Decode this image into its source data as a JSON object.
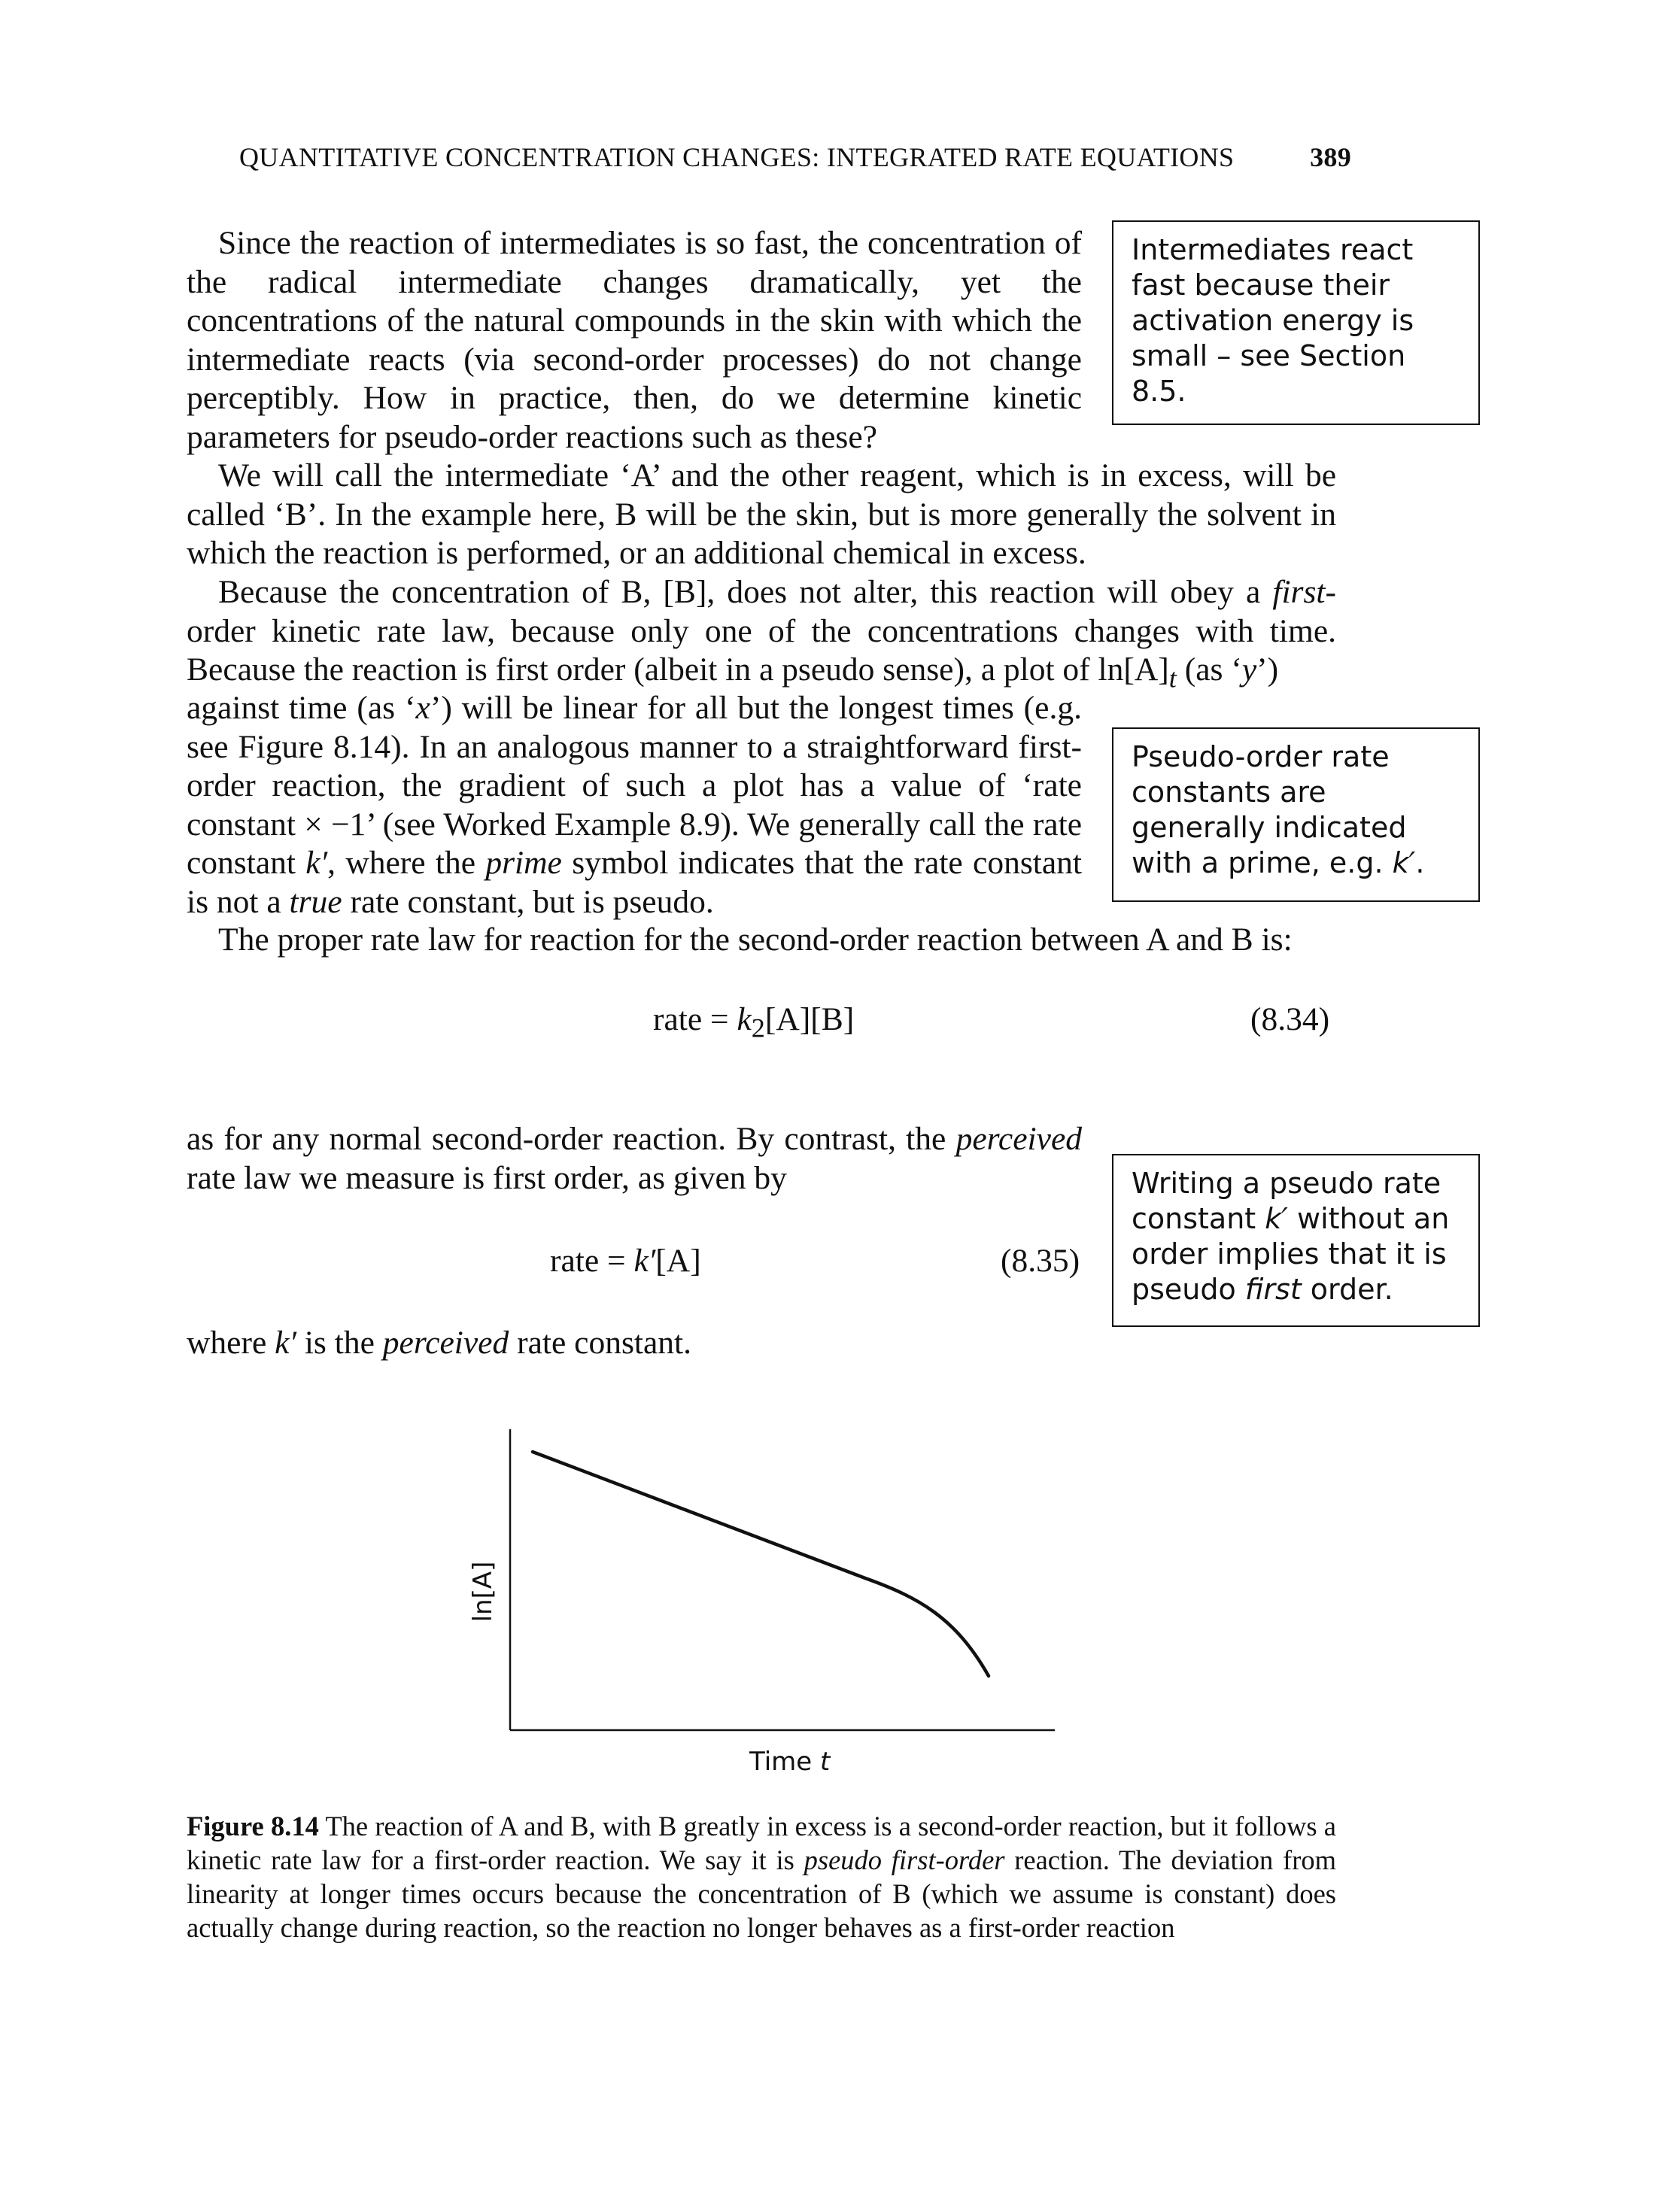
{
  "header": {
    "title": "QUANTITATIVE CONCENTRATION CHANGES: INTEGRATED RATE EQUATIONS",
    "page_number": "389"
  },
  "paragraphs": {
    "p1": "Since the reaction of intermediates is so fast, the concentration of the radical intermediate changes dramatically, yet the concentrations of the natural compounds in the skin with which the intermediate reacts (via second-order processes) do not change perceptibly. How in practice, then, do we determine kinetic parameters for pseudo-order reactions such as these?",
    "p2": "We will call the intermediate ‘A’ and the other reagent, which is in excess, will be called ‘B’. In the example here, B will be the skin, but is more generally the solvent in which the reaction is performed, or an additional chemical in excess.",
    "p3_a": "Because the concentration of B, [B], does not alter, this reaction will obey a ",
    "p3_first": "first",
    "p3_b": "-order kinetic rate law, because only one of the concentrations changes with time. Because the reaction is first order (albeit in a pseudo sense), a plot of ln[A]",
    "p3_t": "t",
    "p3_c": " (as ‘",
    "p3_y": "y",
    "p3_d": "’)",
    "p4_a": "against time (as ‘",
    "p4_x": "x",
    "p4_b": "’) will be linear for all but the longest times (e.g. see Figure 8.14). In an analogous manner to a straightforward first-order reaction, the gradient of such a plot has a value of ‘rate constant × −1’ (see Worked Example 8.9). We generally call the rate constant ",
    "p4_k": "k′",
    "p4_c": ", where the ",
    "p4_prime": "prime",
    "p4_d": " symbol indicates that the rate constant is not a ",
    "p4_true": "true",
    "p4_e": " rate constant, but is pseudo.",
    "p5": "The proper rate law for reaction for the second-order reaction between A and B is:",
    "p6_a": "as for any normal second-order reaction. By contrast, the ",
    "p6_perceived": "perceived",
    "p6_b": " rate law we measure is first order, as given by",
    "p7_a": "where ",
    "p7_k": "k′",
    "p7_b": " is the ",
    "p7_perceived": "perceived",
    "p7_c": " rate constant."
  },
  "equations": {
    "eq1": {
      "lhs": "rate = ",
      "k": "k",
      "sub": "2",
      "rhs": "[A][B]",
      "number": "(8.34)"
    },
    "eq2": {
      "lhs": "rate = ",
      "k": "k′",
      "rhs": "[A]",
      "number": "(8.35)"
    }
  },
  "sidenotes": {
    "note1": "Intermediates react fast because their activation energy is small – see Section 8.5.",
    "note2_a": "Pseudo-order rate constants are generally indicated with a prime, e.g. ",
    "note2_k": "k′",
    "note2_b": ".",
    "note3_a": "Writing a pseudo rate constant ",
    "note3_k": "k′",
    "note3_b": " without an order implies that it is pseudo ",
    "note3_first": "first",
    "note3_c": " order."
  },
  "figure": {
    "ylabel": "ln[A]",
    "xlabel_a": "Time ",
    "xlabel_t": "t",
    "caption_label": "Figure 8.14",
    "caption_a": "  The reaction of A and B, with B greatly in excess is a second-order reaction, but it follows a kinetic rate law for a first-order reaction. We say it is ",
    "caption_pseudo": "pseudo first-order",
    "caption_b": " reaction. The deviation from linearity at longer times occurs because the concentration of B (which we assume is constant) does actually change during reaction, so the reaction no longer behaves as a first-order reaction"
  }
}
